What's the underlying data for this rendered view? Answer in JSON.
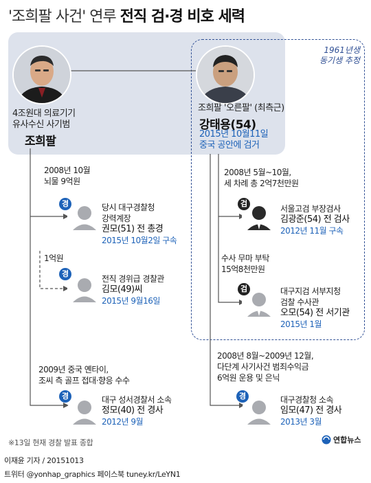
{
  "title": {
    "prefix": "'조희팔 사건' 연루 ",
    "emphasis": "전직 검·경 비호 세력"
  },
  "note_1961": [
    "1961년생",
    "동기생 추정"
  ],
  "cho": {
    "desc": [
      "4조원대 의료기기",
      "유사수신 사기범"
    ],
    "name": "조희팔"
  },
  "kang": {
    "desc": "조희팔 '오른팔' (최측근)",
    "name": "강태용(54)",
    "status": [
      "2015년 10월11일",
      "중국 공안에 검거"
    ]
  },
  "left_events": [
    {
      "lines": [
        "2008년 10월",
        "뇌물 9억원"
      ]
    },
    {
      "lines": [
        "1억원"
      ]
    },
    {
      "lines": [
        "2009년 중국 옌타이,",
        "조씨 측 골프 접대·향응 수수"
      ]
    }
  ],
  "left_people": [
    {
      "badge": "경",
      "role": [
        "당시 대구경찰청",
        "강력계장"
      ],
      "name": "권모(51) 전 총경",
      "status": "2015년 10월2일 구속"
    },
    {
      "badge": "경",
      "role": [
        "전직 경위급 경찰관"
      ],
      "name": "김모(49)씨",
      "status": "2015년 9월16일"
    },
    {
      "badge": "경",
      "role": [
        "대구 성서경찰서 소속"
      ],
      "name": "정모(40) 전 경사",
      "status": "2012년 9월"
    }
  ],
  "right_events": [
    {
      "lines": [
        "2008년 5월~10월,",
        "세 차례 총 2억7천만원"
      ]
    },
    {
      "lines": [
        "수사 무마 부탁",
        "15억8천만원"
      ]
    },
    {
      "lines": [
        "2008년 8월~2009년 12월,",
        "다단계 사기사건 범죄수익금",
        "6억원 운용 및 은닉"
      ]
    }
  ],
  "right_people": [
    {
      "badge": "검",
      "role": [
        "서울고검 부장검사"
      ],
      "name": "김광준(54) 전 검사",
      "status": "2012년 11월 구속"
    },
    {
      "badge": "검",
      "role": [
        "대구지검 서부지청",
        "검찰 수사관"
      ],
      "name": "오모(54) 전 서기관",
      "status": "2015년 1월"
    },
    {
      "badge": "경",
      "role": [
        "대구경찰청 소속"
      ],
      "name": "임모(47) 전 경사",
      "status": "2013년 3월"
    }
  ],
  "source_note": "※13일 현재 경찰 발표 종합",
  "credit": "이재윤 기자 / 20151013",
  "social": "트위터 @yonhap_graphics  페이스북 tuney.kr/LeYN1",
  "logo": "연합뉴스",
  "colors": {
    "accent": "#1d62b8",
    "panel": "#dde2ec",
    "dashed": "#2f4f94"
  }
}
